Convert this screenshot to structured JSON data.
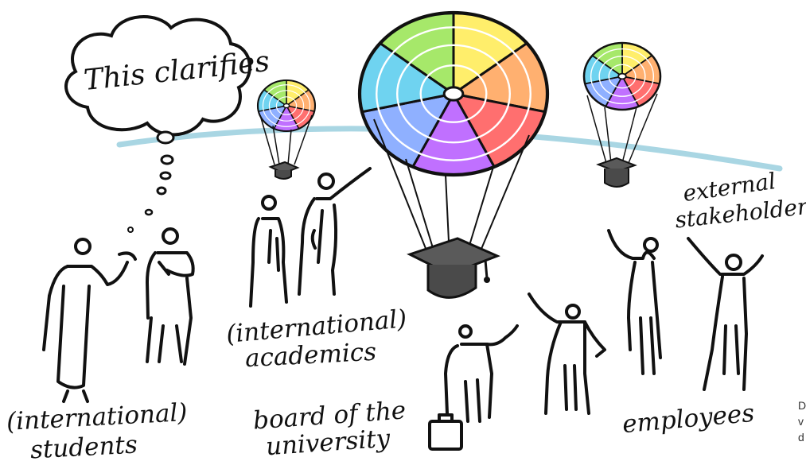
{
  "thought_bubble": {
    "text": "This clarifies"
  },
  "labels": {
    "students": {
      "line1": "(international)",
      "line2": "students"
    },
    "academics": {
      "line1": "(international)",
      "line2": "academics"
    },
    "board": {
      "line1": "board of the",
      "line2": "university"
    },
    "employees": "employees",
    "stakeholders": {
      "line1": "external",
      "line2": "stakeholders"
    }
  },
  "side_note": [
    "D",
    "v",
    "d"
  ],
  "colors": {
    "ink": "#111111",
    "horizon": "#a9d6e3",
    "balloon_segments": [
      "#ffee6b",
      "#ffb070",
      "#ff6f6f",
      "#c070ff",
      "#8fb0ff",
      "#6fd3f0",
      "#a6e86a"
    ]
  },
  "icons": [
    "thought-bubble-icon",
    "hot-air-balloon-icon",
    "graduation-cap-icon",
    "stick-figure-icon",
    "briefcase-icon"
  ]
}
